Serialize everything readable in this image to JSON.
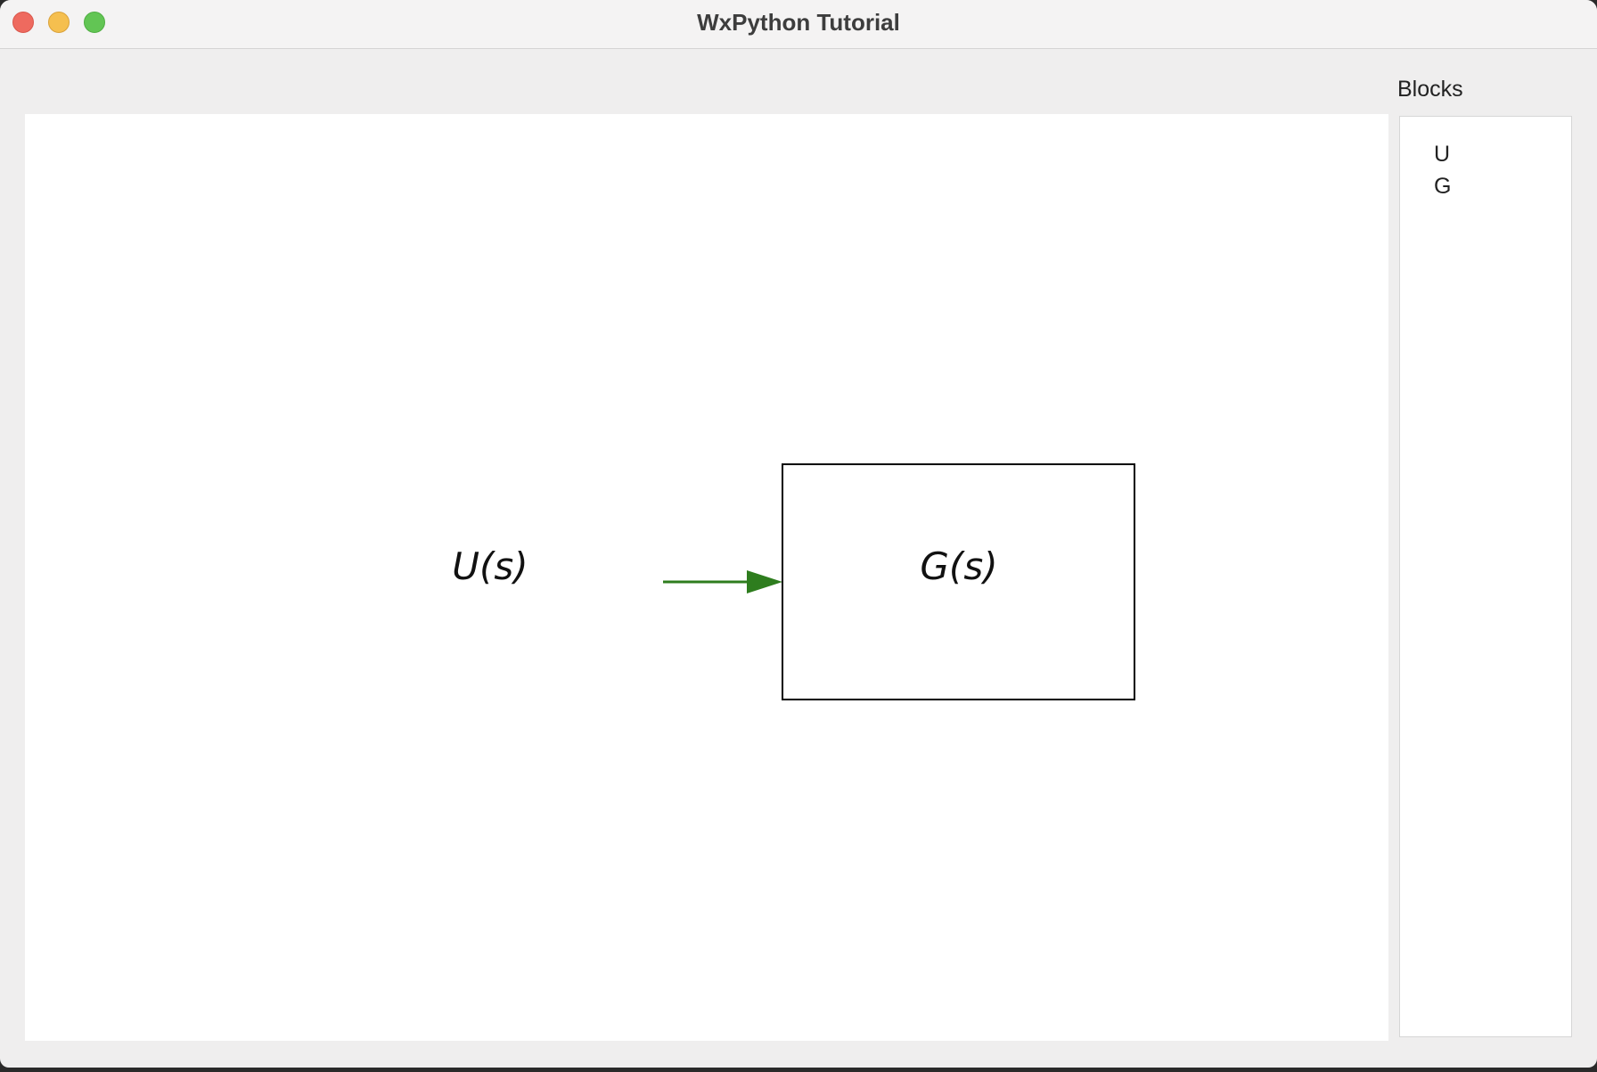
{
  "window": {
    "title": "WxPython Tutorial"
  },
  "diagram": {
    "input_label": "U(s)",
    "block_label": "G(s)",
    "arrow_color": "#2e7d1e",
    "box_stroke": "#000000"
  },
  "sidebar": {
    "title": "Blocks",
    "items": [
      {
        "label": "U"
      },
      {
        "label": "G"
      }
    ]
  },
  "icons": {
    "close": "close-icon",
    "minimize": "minimize-icon",
    "maximize": "maximize-icon"
  }
}
